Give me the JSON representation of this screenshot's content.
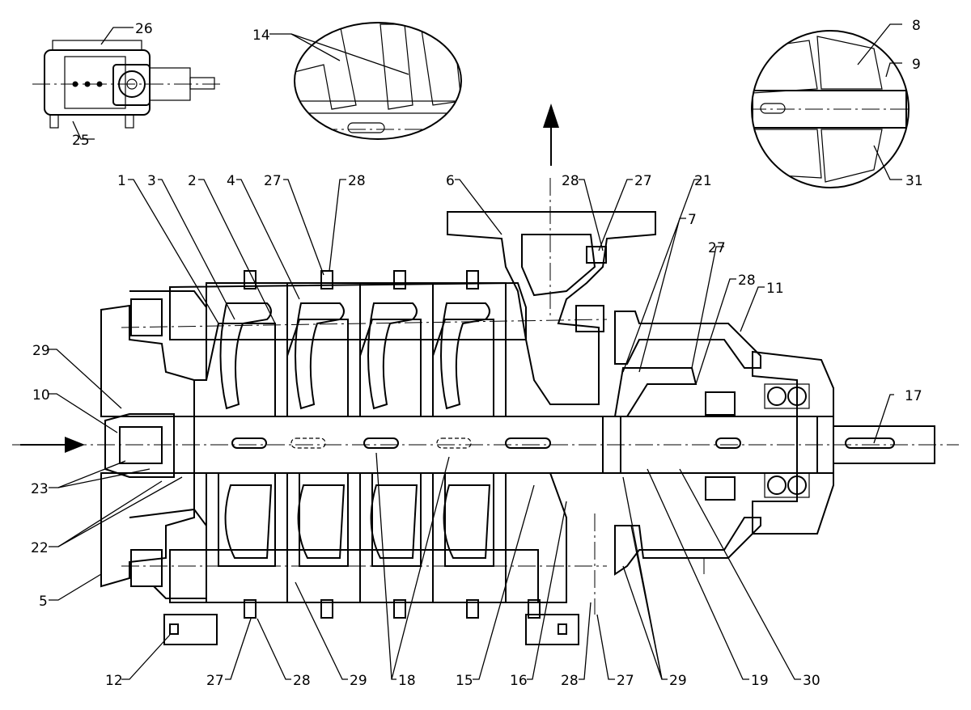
{
  "diagram": {
    "part_numbers": {
      "n1": "1",
      "n2": "2",
      "n3": "3",
      "n4": "4",
      "n5": "5",
      "n6": "6",
      "n7": "7",
      "n8": "8",
      "n9": "9",
      "n10": "10",
      "n11": "11",
      "n12": "12",
      "n14": "14",
      "n15": "15",
      "n16": "16",
      "n17": "17",
      "n18": "18",
      "n19": "19",
      "n21": "21",
      "n22": "22",
      "n23": "23",
      "n25": "25",
      "n26": "26",
      "n27": "27",
      "n28": "28",
      "n29": "29",
      "n30": "30",
      "n31": "31"
    },
    "icons": {
      "inlet_arrow": "arrow-right-icon",
      "outlet_arrow": "arrow-up-icon"
    },
    "colors": {
      "ink": "#000000",
      "paper": "#ffffff"
    }
  }
}
